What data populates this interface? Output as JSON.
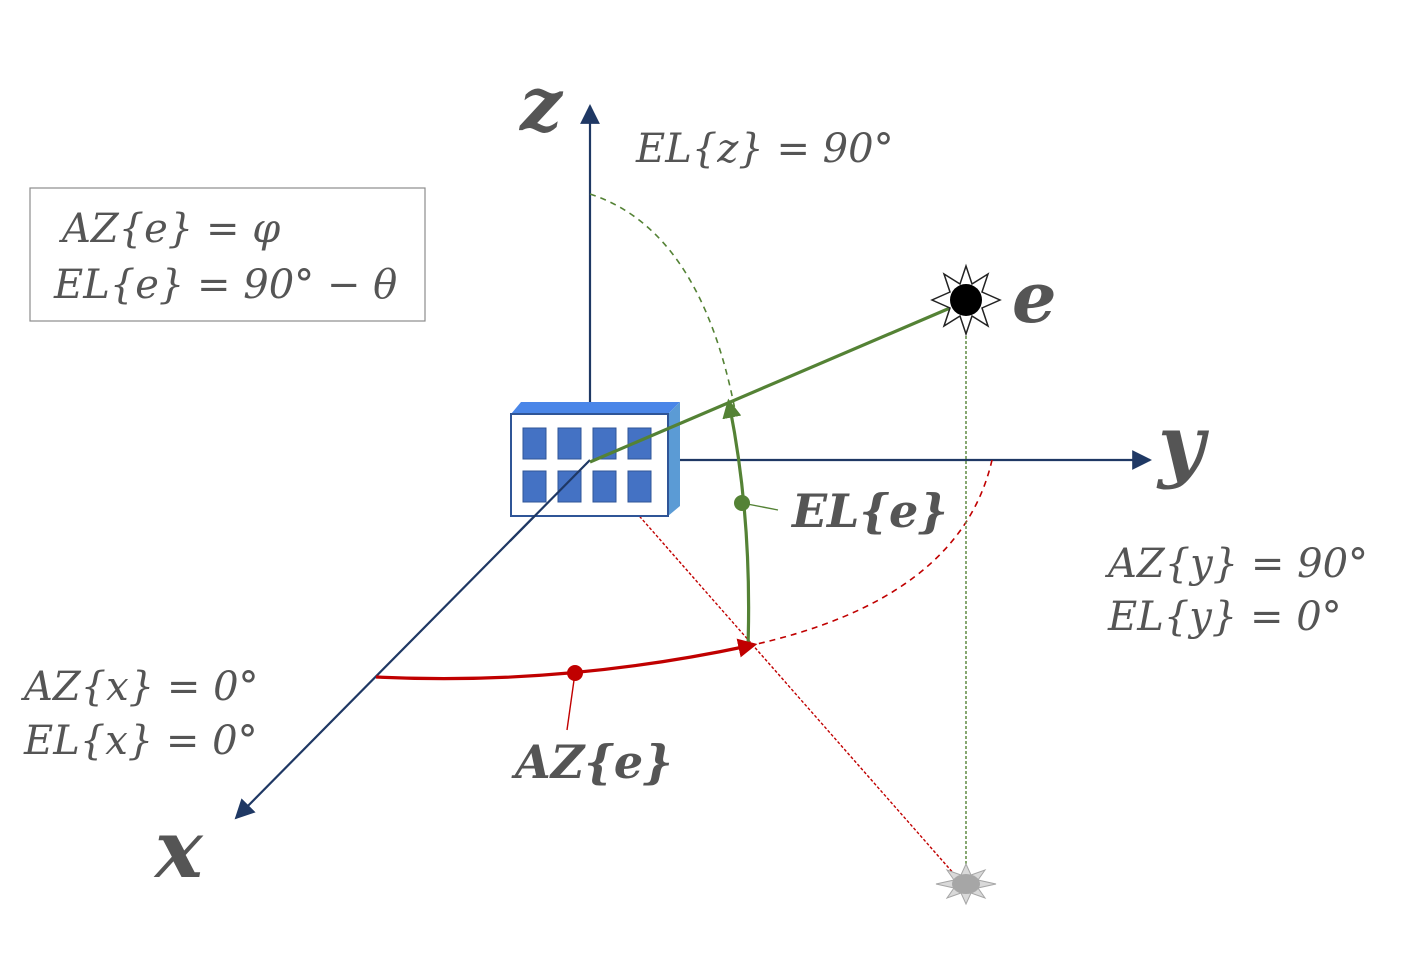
{
  "axes": {
    "x_label": "x",
    "y_label": "y",
    "z_label": "z"
  },
  "point_label": "e",
  "info_box": {
    "line1": "AZ{e} = φ",
    "line2": "EL{e} = 90° − θ"
  },
  "annotations": {
    "el_z": "EL{z} = 90°",
    "az_y": "AZ{y} = 90°",
    "el_y": "EL{y} = 0°",
    "az_x": "AZ{x} = 0°",
    "el_x": "EL{x} = 0°",
    "el_e": "EL{e}",
    "az_e": "AZ{e}"
  },
  "colors": {
    "axis": "#1f3864",
    "elevation": "#548235",
    "azimuth": "#c00000",
    "building_face": "#ffffff",
    "building_window": "#4472c4",
    "building_side": "#5b9bd5",
    "text": "#555555"
  },
  "icons": {
    "target": "sun-star-icon",
    "projection": "sun-shadow-icon",
    "origin": "building-icon"
  }
}
